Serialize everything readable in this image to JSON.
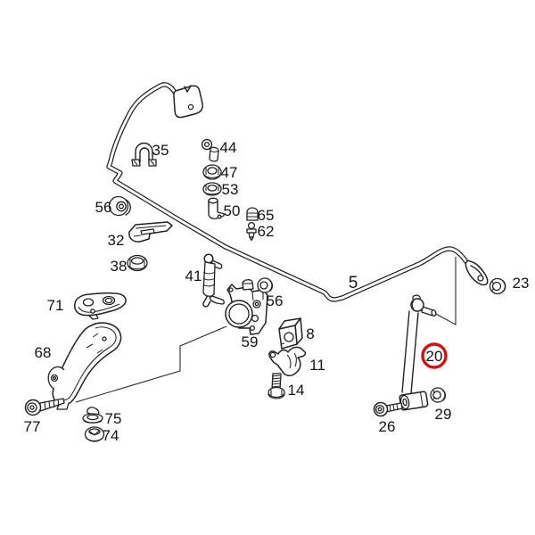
{
  "diagram": {
    "background_color": "#ffffff",
    "line_color": "#222222",
    "highlight": {
      "part_label": "20",
      "circle_color": "#d60f0f"
    }
  },
  "parts": [
    {
      "label": "5",
      "name": "stabilizer-bar"
    },
    {
      "label": "8",
      "name": "bearing-block"
    },
    {
      "label": "11",
      "name": "clamp-bracket"
    },
    {
      "label": "14",
      "name": "hex-bolt"
    },
    {
      "label": "20",
      "name": "stabilizer-link",
      "highlighted": true
    },
    {
      "label": "23",
      "name": "lock-nut"
    },
    {
      "label": "26",
      "name": "hex-bolt"
    },
    {
      "label": "29",
      "name": "lock-nut"
    },
    {
      "label": "32",
      "name": "retaining-bracket"
    },
    {
      "label": "35",
      "name": "u-clamp"
    },
    {
      "label": "38",
      "name": "cap-nut"
    },
    {
      "label": "41",
      "name": "link-pin"
    },
    {
      "label": "44",
      "name": "retainer-clip"
    },
    {
      "label": "47",
      "name": "hex-nut"
    },
    {
      "label": "50",
      "name": "spacer-sleeve"
    },
    {
      "label": "53",
      "name": "hex-nut"
    },
    {
      "label": "56",
      "name": "flange-nut"
    },
    {
      "label": "56",
      "name": "flange-nut"
    },
    {
      "label": "59",
      "name": "clamp-body"
    },
    {
      "label": "62",
      "name": "grease-fitting"
    },
    {
      "label": "65",
      "name": "rubber-buffer"
    },
    {
      "label": "68",
      "name": "support-bracket"
    },
    {
      "label": "71",
      "name": "cover-plate"
    },
    {
      "label": "74",
      "name": "hex-nut"
    },
    {
      "label": "75",
      "name": "clip"
    },
    {
      "label": "77",
      "name": "hex-bolt"
    }
  ]
}
